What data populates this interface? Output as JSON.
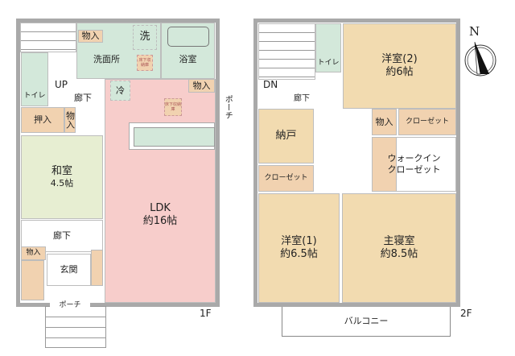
{
  "floor1": {
    "label": "1F",
    "rooms": {
      "storage_top": "物入",
      "wash": "洗",
      "washroom": "洗面所",
      "underfloor1": "床下収納庫",
      "bath": "浴室",
      "up": "UP",
      "toilet": "トイレ",
      "hall": "廊下",
      "fridge": "冷",
      "storage_ldk": "物入",
      "underfloor2": "床下収納庫",
      "porch_side": "ポーチ",
      "oshiire": "押入",
      "storage_small": "物入",
      "washitsu": "和室",
      "washitsu_size": "4.5帖",
      "ldk": "LDK",
      "ldk_size": "約16帖",
      "hall2": "廊下",
      "storage_entry": "物入",
      "entrance": "玄関",
      "porch": "ポーチ"
    }
  },
  "floor2": {
    "label": "2F",
    "rooms": {
      "dn": "DN",
      "toilet": "トイレ",
      "hall": "廊下",
      "western2": "洋室(2)",
      "western2_size": "約6帖",
      "nando": "納戸",
      "closet_left": "クローゼット",
      "storage": "物入",
      "closet_right": "クローゼット",
      "walkin": "ウォークインクローゼット",
      "western1": "洋室(1)",
      "western1_size": "約6.5帖",
      "master": "主寝室",
      "master_size": "約8.5帖",
      "balcony": "バルコニー"
    }
  },
  "compass": {
    "north": "N"
  }
}
